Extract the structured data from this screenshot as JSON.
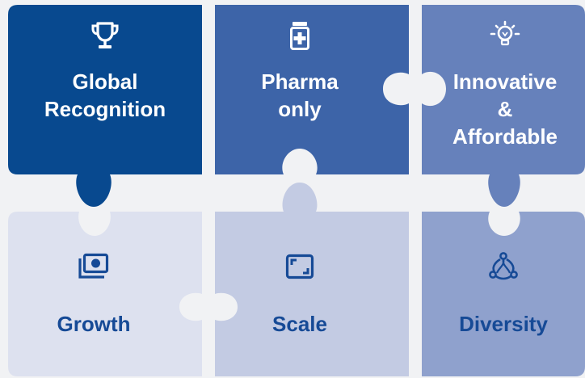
{
  "colors": {
    "background": "#f1f2f4",
    "tile_global": "#08498f",
    "tile_pharma": "#3d64a8",
    "tile_innovative": "#6681bb",
    "tile_growth": "#dde1ef",
    "tile_scale": "#c3cbe3",
    "tile_diversity": "#8fa1cd",
    "light_text": "#164a96",
    "dark_text": "#ffffff"
  },
  "tiles": [
    {
      "id": "global",
      "icon": "trophy-icon",
      "label_lines": [
        "Global",
        "Recognition"
      ]
    },
    {
      "id": "pharma",
      "icon": "medicine-bottle-icon",
      "label_lines": [
        "Pharma",
        "only"
      ]
    },
    {
      "id": "innovative",
      "icon": "lightbulb-icon",
      "label_lines": [
        "Innovative",
        "&",
        "Affordable"
      ]
    },
    {
      "id": "growth",
      "icon": "money-icon",
      "label_lines": [
        "Growth"
      ]
    },
    {
      "id": "scale",
      "icon": "expand-frame-icon",
      "label_lines": [
        "Scale"
      ]
    },
    {
      "id": "diversity",
      "icon": "diversity-network-icon",
      "label_lines": [
        "Diversity"
      ]
    }
  ]
}
